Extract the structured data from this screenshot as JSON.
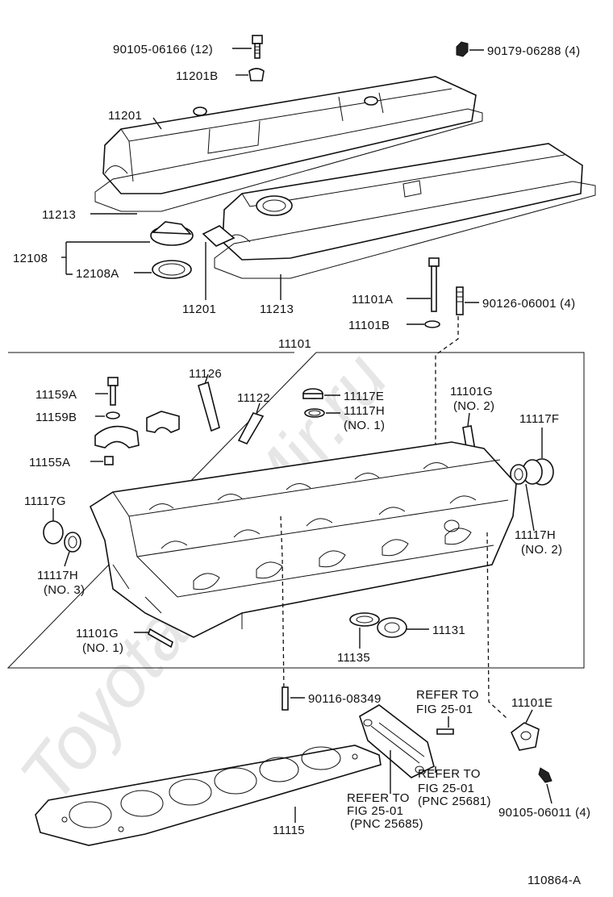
{
  "watermark": "ToyotaPartMir.ru",
  "labels": {
    "bolt_cover": "90105-06166 (12)",
    "nut_cover": "90179-06288 (4)",
    "grommet": "11201B",
    "cover_1": "11201",
    "gasket_1": "11213",
    "cap_group": "12108",
    "cap_gasket": "12108A",
    "cover_2": "11201",
    "gasket_2": "11213",
    "head_bolt": "11101A",
    "head_washer": "11101B",
    "stud_1": "90126-06001 (4)",
    "head_assy": "11101",
    "guide": "11126",
    "cam_bolt": "11159A",
    "cam_washer": "11159B",
    "valve_guide_b": "11122",
    "plug_e": "11117E",
    "plug_h1": "11117H",
    "plug_h1_note": "(NO. 1)",
    "stud_g2": "11101G",
    "stud_g2_note": "(NO. 2)",
    "plug_f": "11117F",
    "dowel": "11155A",
    "plug_g": "11117G",
    "plug_h2": "11117H",
    "plug_h2_note": "(NO. 2)",
    "plug_h3": "11117H",
    "plug_h3_note": "(NO. 3)",
    "stud_g1": "11101G",
    "stud_g1_note": "(NO. 1)",
    "seal": "11131",
    "ring": "11135",
    "stud_2": "90116-08349",
    "refer_a_1": "REFER TO",
    "refer_a_2": "FIG 25-01",
    "stud_e": "11101E",
    "refer_b_1": "REFER TO",
    "refer_b_2": "FIG 25-01",
    "refer_b_3": "(PNC 25681)",
    "refer_c_1": "REFER TO",
    "refer_c_2": "FIG 25-01",
    "refer_c_3": "(PNC 25685)",
    "bolt_e": "90105-06011 (4)",
    "head_gasket": "11115",
    "figure_id": "110864-A"
  }
}
